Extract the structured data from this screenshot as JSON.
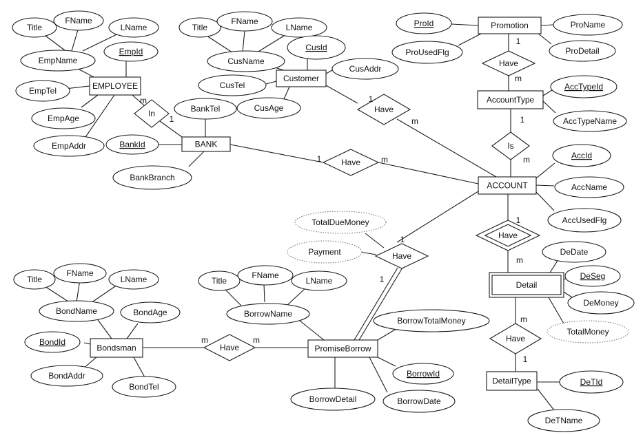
{
  "entities": [
    {
      "id": "employee",
      "label": "EMPLOYEE"
    },
    {
      "id": "bank",
      "label": "BANK"
    },
    {
      "id": "customer",
      "label": "Customer"
    },
    {
      "id": "promotion",
      "label": "Promotion"
    },
    {
      "id": "accounttype",
      "label": "AccountType"
    },
    {
      "id": "account",
      "label": "ACCOUNT"
    },
    {
      "id": "detail",
      "label": "Detail",
      "weak": true
    },
    {
      "id": "detailtype",
      "label": "DetailType"
    },
    {
      "id": "bondsman",
      "label": "Bondsman"
    },
    {
      "id": "promiseborrow",
      "label": "PromiseBorrow"
    }
  ],
  "relationships": [
    {
      "id": "r-in",
      "label": "In"
    },
    {
      "id": "r-have-cust",
      "label": "Have"
    },
    {
      "id": "r-have-bank",
      "label": "Have"
    },
    {
      "id": "r-have-promo",
      "label": "Have"
    },
    {
      "id": "r-is",
      "label": "Is"
    },
    {
      "id": "r-have-detail",
      "label": "Have",
      "identifying": true
    },
    {
      "id": "r-have-dtype",
      "label": "Have"
    },
    {
      "id": "r-have-borrow",
      "label": "Have"
    },
    {
      "id": "r-have-bond",
      "label": "Have"
    }
  ],
  "attributes": [
    {
      "id": "emp-title",
      "label": "Title"
    },
    {
      "id": "emp-fname",
      "label": "FName"
    },
    {
      "id": "emp-lname",
      "label": "LName"
    },
    {
      "id": "emp-name",
      "label": "EmpName"
    },
    {
      "id": "emp-id",
      "label": "EmpId",
      "key": true
    },
    {
      "id": "emp-tel",
      "label": "EmpTel"
    },
    {
      "id": "emp-age",
      "label": "EmpAge"
    },
    {
      "id": "emp-addr",
      "label": "EmpAddr"
    },
    {
      "id": "bank-tel",
      "label": "BankTel"
    },
    {
      "id": "bank-id",
      "label": "BankId",
      "key": true
    },
    {
      "id": "bank-branch",
      "label": "BankBranch"
    },
    {
      "id": "cus-title",
      "label": "Title"
    },
    {
      "id": "cus-fname",
      "label": "FName"
    },
    {
      "id": "cus-lname",
      "label": "LName"
    },
    {
      "id": "cus-name",
      "label": "CusName"
    },
    {
      "id": "cus-id",
      "label": "CusId",
      "key": true
    },
    {
      "id": "cus-addr",
      "label": "CusAddr"
    },
    {
      "id": "cus-tel",
      "label": "CusTel"
    },
    {
      "id": "cus-age",
      "label": "CusAge"
    },
    {
      "id": "pro-id",
      "label": "ProId",
      "key": true
    },
    {
      "id": "pro-name",
      "label": "ProName"
    },
    {
      "id": "pro-usedflg",
      "label": "ProUsedFlg"
    },
    {
      "id": "pro-detail",
      "label": "ProDetail"
    },
    {
      "id": "acctype-id",
      "label": "AccTypeId",
      "key": true
    },
    {
      "id": "acctype-name",
      "label": "AccTypeName"
    },
    {
      "id": "acc-id",
      "label": "AccId",
      "key": true
    },
    {
      "id": "acc-name",
      "label": "AccName"
    },
    {
      "id": "acc-usedflg",
      "label": "AccUsedFlg"
    },
    {
      "id": "de-date",
      "label": "DeDate"
    },
    {
      "id": "de-seg",
      "label": "DeSeg",
      "key": true
    },
    {
      "id": "de-money",
      "label": "DeMoney"
    },
    {
      "id": "total-money",
      "label": "TotalMoney",
      "derived": true
    },
    {
      "id": "det-id",
      "label": "DeTId",
      "key": true
    },
    {
      "id": "det-name",
      "label": "DeTName"
    },
    {
      "id": "total-due",
      "label": "TotalDueMoney",
      "derived": true
    },
    {
      "id": "payment",
      "label": "Payment",
      "derived": true
    },
    {
      "id": "bond-title",
      "label": "Title"
    },
    {
      "id": "bond-fname",
      "label": "FName"
    },
    {
      "id": "bond-lname",
      "label": "LName"
    },
    {
      "id": "bond-name",
      "label": "BondName"
    },
    {
      "id": "bond-age",
      "label": "BondAge"
    },
    {
      "id": "bond-id",
      "label": "BondId",
      "key": true
    },
    {
      "id": "bond-addr",
      "label": "BondAddr"
    },
    {
      "id": "bond-tel",
      "label": "BondTel"
    },
    {
      "id": "bor-title",
      "label": "Title"
    },
    {
      "id": "bor-fname",
      "label": "FName"
    },
    {
      "id": "bor-lname",
      "label": "LName"
    },
    {
      "id": "bor-name",
      "label": "BorrowName"
    },
    {
      "id": "bor-total",
      "label": "BorrowTotalMoney"
    },
    {
      "id": "bor-id",
      "label": "BorrowId",
      "key": true
    },
    {
      "id": "bor-detail",
      "label": "BorrowDetail"
    },
    {
      "id": "bor-date",
      "label": "BorrowDate"
    }
  ],
  "cardinalities": [
    {
      "id": "c-in-emp",
      "label": "m"
    },
    {
      "id": "c-in-bank",
      "label": "1"
    },
    {
      "id": "c-cust-1",
      "label": "1"
    },
    {
      "id": "c-cust-m",
      "label": "m"
    },
    {
      "id": "c-bank-1",
      "label": "1"
    },
    {
      "id": "c-bank-m",
      "label": "m"
    },
    {
      "id": "c-promo-1",
      "label": "1"
    },
    {
      "id": "c-promo-m",
      "label": "m"
    },
    {
      "id": "c-is-1",
      "label": "1"
    },
    {
      "id": "c-is-m",
      "label": "m"
    },
    {
      "id": "c-detail-1",
      "label": "1"
    },
    {
      "id": "c-detail-m",
      "label": "m"
    },
    {
      "id": "c-dtype-m",
      "label": "m"
    },
    {
      "id": "c-dtype-1",
      "label": "1"
    },
    {
      "id": "c-borrow-acc",
      "label": "1"
    },
    {
      "id": "c-borrow-pb",
      "label": "1"
    },
    {
      "id": "c-bond-l",
      "label": "m"
    },
    {
      "id": "c-bond-r",
      "label": "m"
    }
  ]
}
